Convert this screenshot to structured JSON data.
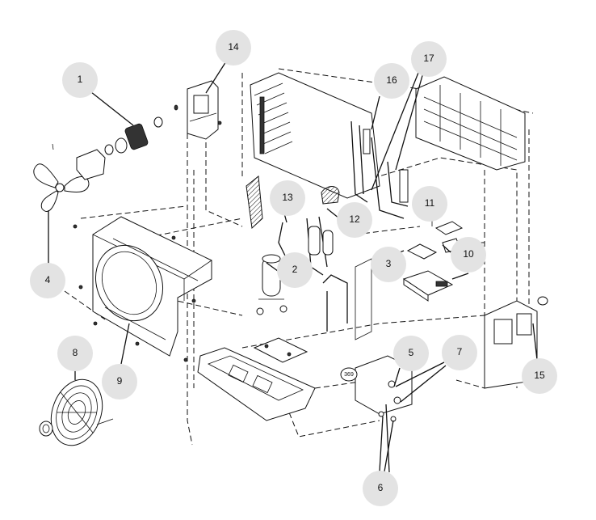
{
  "diagram": {
    "callouts": [
      {
        "id": "1",
        "label": "1"
      },
      {
        "id": "2",
        "label": "2"
      },
      {
        "id": "3",
        "label": "3"
      },
      {
        "id": "4",
        "label": "4"
      },
      {
        "id": "5",
        "label": "5"
      },
      {
        "id": "6",
        "label": "6"
      },
      {
        "id": "7",
        "label": "7"
      },
      {
        "id": "8",
        "label": "8"
      },
      {
        "id": "9",
        "label": "9"
      },
      {
        "id": "10",
        "label": "10"
      },
      {
        "id": "11",
        "label": "11"
      },
      {
        "id": "12",
        "label": "12"
      },
      {
        "id": "13",
        "label": "13"
      },
      {
        "id": "14",
        "label": "14"
      },
      {
        "id": "15",
        "label": "15"
      },
      {
        "id": "16",
        "label": "16"
      },
      {
        "id": "17",
        "label": "17"
      }
    ],
    "part_tag": "369"
  }
}
